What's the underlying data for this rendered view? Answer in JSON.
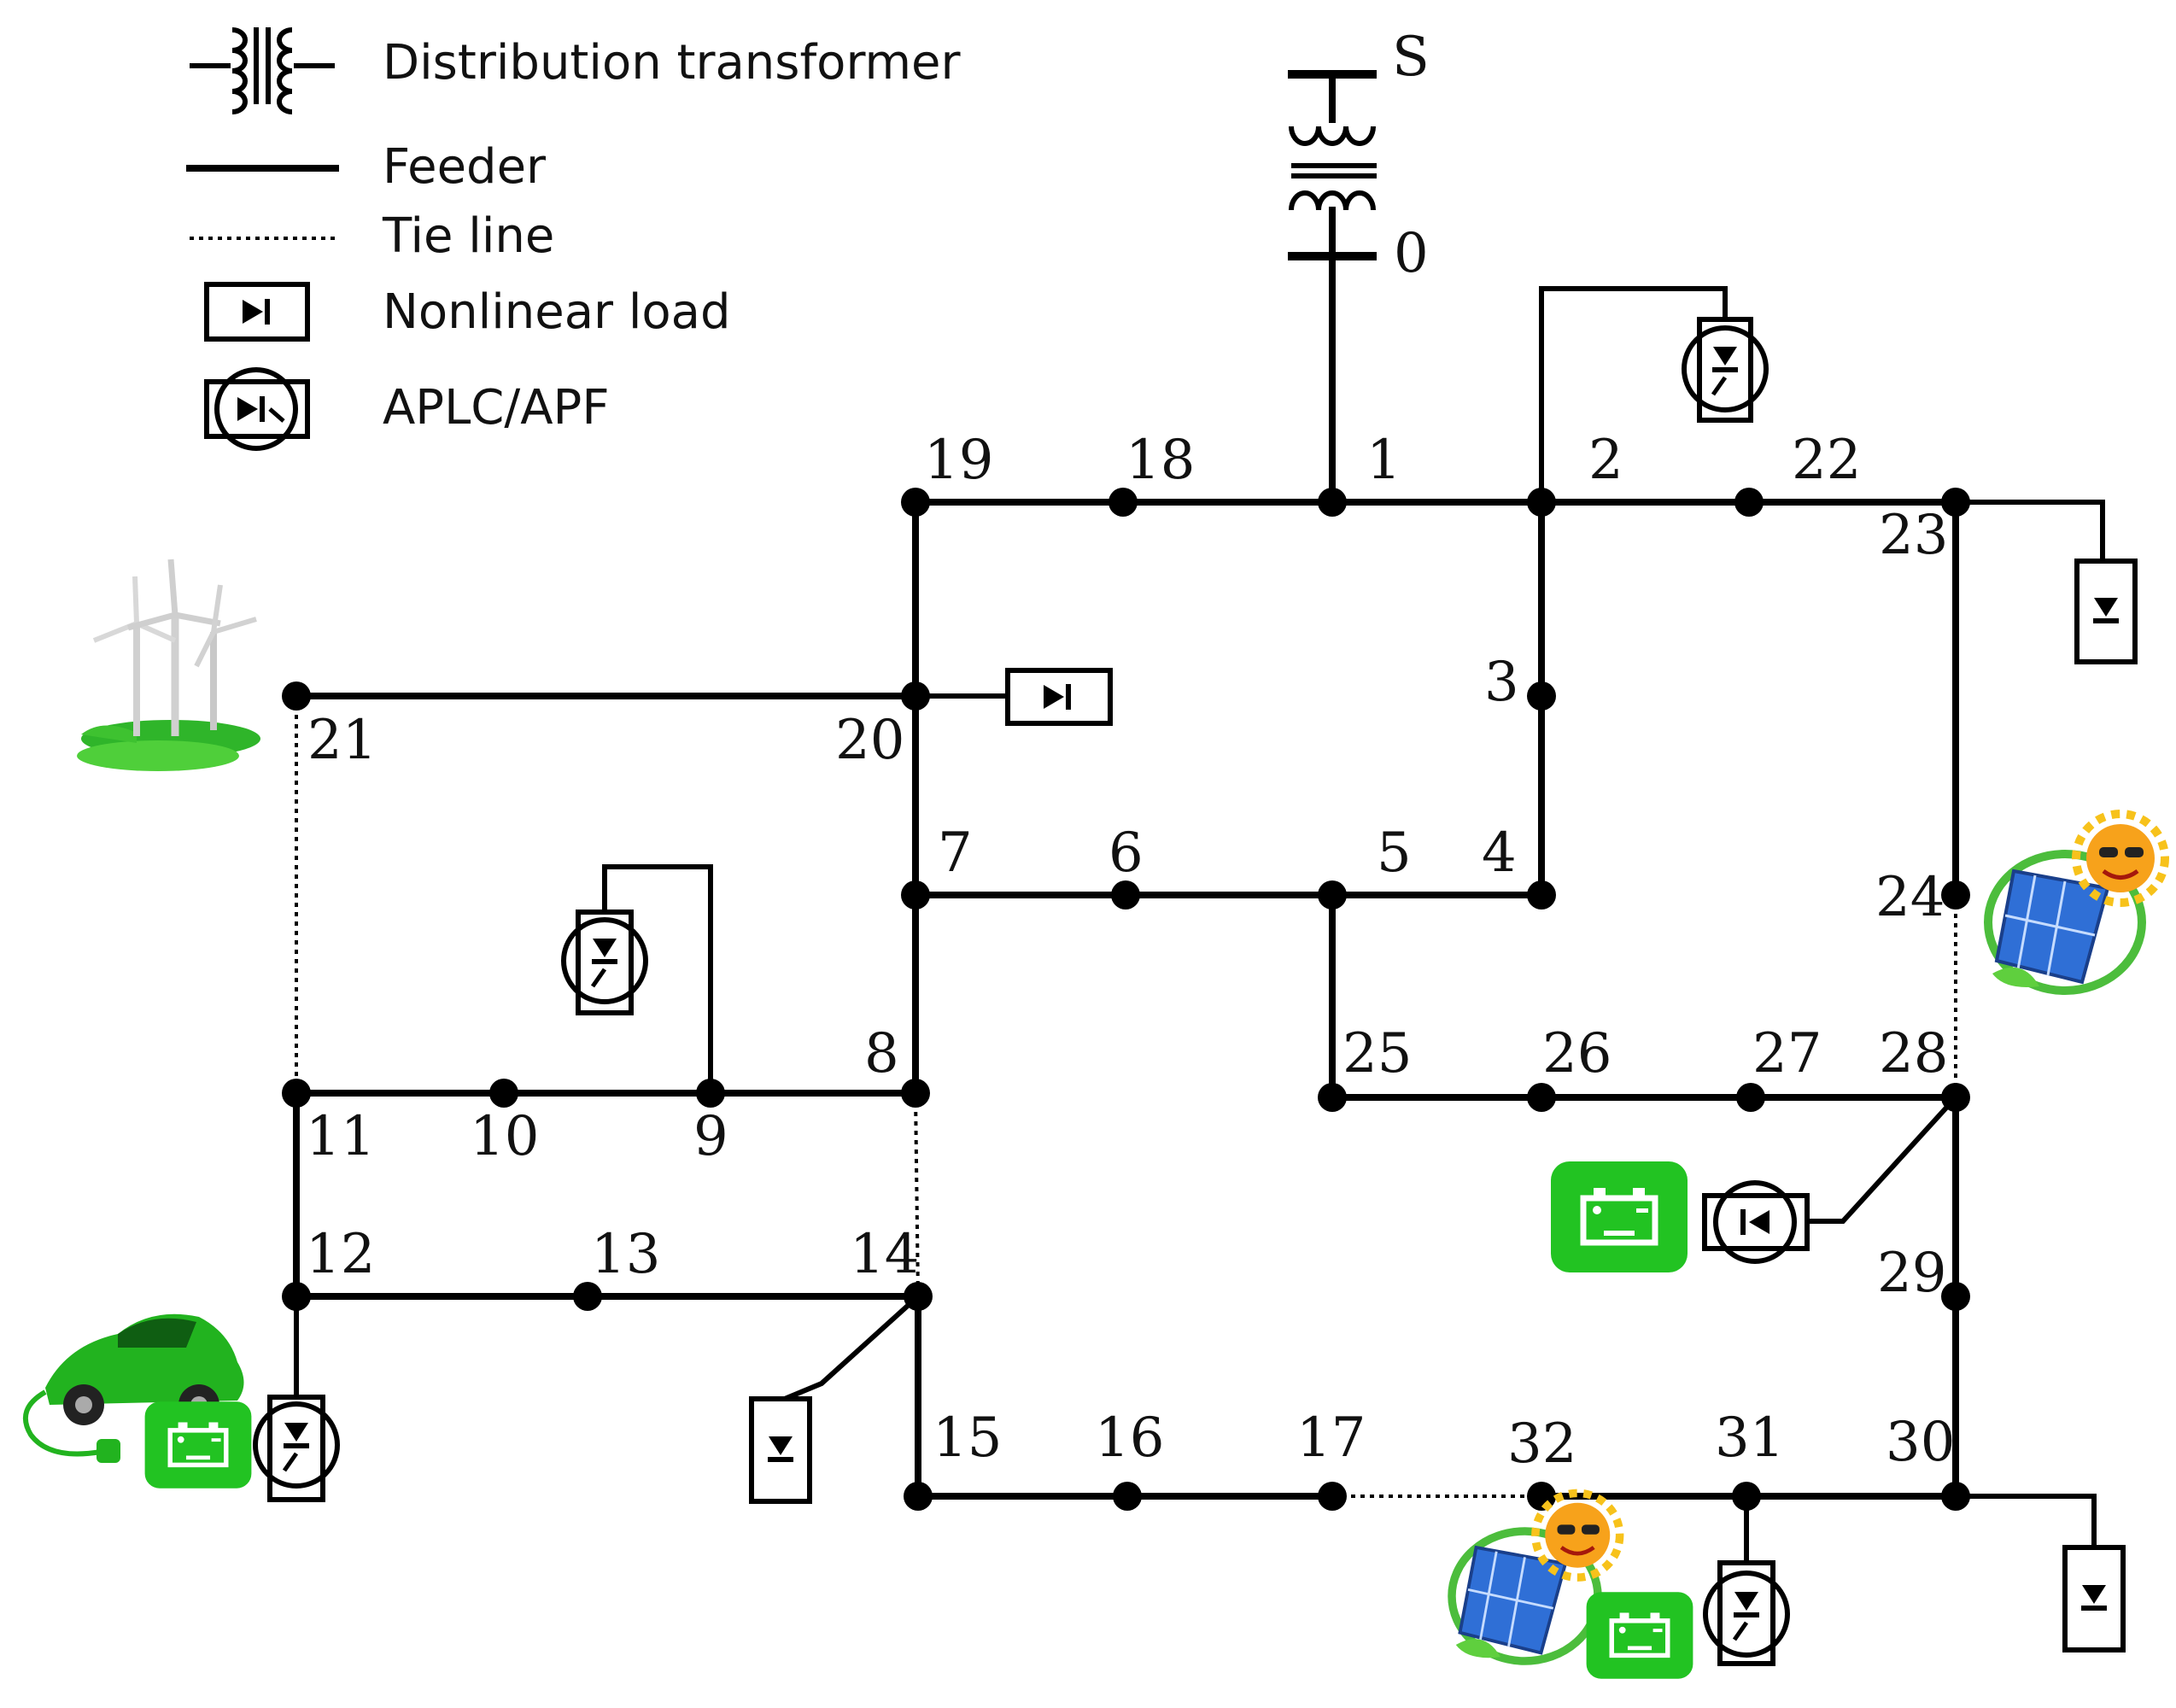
{
  "legend": {
    "transformer": "Distribution transformer",
    "feeder": "Feeder",
    "tie_line": "Tie line",
    "nonlinear_load": "Nonlinear load",
    "aplc_apf": "APLC/APF"
  },
  "source": {
    "s_label": "S",
    "zero_label": "0"
  },
  "nodes": {
    "n1": "1",
    "n2": "2",
    "n3": "3",
    "n4": "4",
    "n5": "5",
    "n6": "6",
    "n7": "7",
    "n8": "8",
    "n9": "9",
    "n10": "10",
    "n11": "11",
    "n12": "12",
    "n13": "13",
    "n14": "14",
    "n15": "15",
    "n16": "16",
    "n17": "17",
    "n18": "18",
    "n19": "19",
    "n20": "20",
    "n21": "21",
    "n22": "22",
    "n23": "23",
    "n24": "24",
    "n25": "25",
    "n26": "26",
    "n27": "27",
    "n28": "28",
    "n29": "29",
    "n30": "30",
    "n31": "31",
    "n32": "32"
  },
  "icons": {
    "wind_turbine": "wind-turbine-icon",
    "solar_panel": "solar-panel-icon",
    "battery": "battery-icon",
    "electric_car": "electric-car-icon"
  },
  "colors": {
    "green": "#22c322",
    "line": "#000000",
    "solar_blue": "#2f6fd6",
    "sun": "#f7a21b"
  }
}
